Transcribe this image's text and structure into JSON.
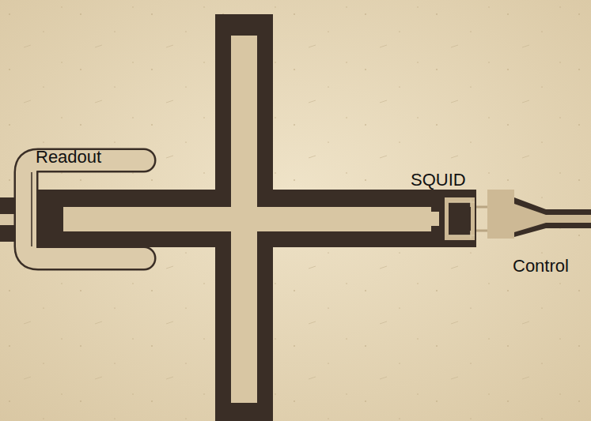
{
  "diagram": {
    "labels": [
      "Readout",
      "SQUID",
      "Control"
    ]
  }
}
